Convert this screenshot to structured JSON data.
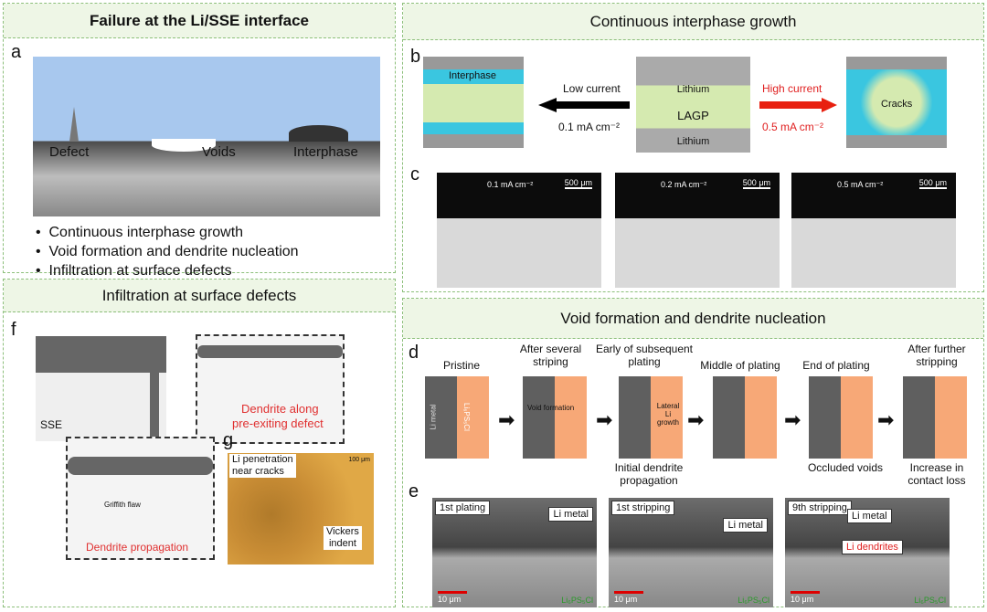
{
  "panels": {
    "failure": {
      "title": "Failure at the Li/SSE interface",
      "label": "a",
      "defect": "Defect",
      "voids": "Voids",
      "interphase": "Interphase",
      "bullets": [
        "Continuous interphase growth",
        "Void formation and dendrite nucleation",
        "Infiltration at surface defects"
      ]
    },
    "continuous": {
      "title": "Continuous interphase growth",
      "label_b": "b",
      "label_c": "c",
      "interphase": "Interphase",
      "low": "Low current",
      "low_val": "0.1 mA cm⁻²",
      "lithium_top": "Lithium",
      "lagp": "LAGP",
      "lithium_bottom": "Lithium",
      "high": "High current",
      "high_val": "0.5 mA cm⁻²",
      "cracks": "Cracks",
      "sem": [
        {
          "current": "0.1 mA cm⁻²",
          "scale": "500 μm"
        },
        {
          "current": "0.2 mA cm⁻²",
          "scale": "500 μm"
        },
        {
          "current": "0.5 mA cm⁻²",
          "scale": "500 μm"
        }
      ]
    },
    "infiltration": {
      "title": "Infiltration at surface defects",
      "label_f": "f",
      "label_g": "g",
      "sse": "SSE",
      "dendrite_along": "Dendrite along",
      "pre_existing": "pre-exiting defect",
      "griffith": "Griffith flaw",
      "dendrite_prop": "Dendrite propagation",
      "li_pen1": "Li penetration",
      "li_pen2": "near cracks",
      "vickers1": "Vickers",
      "vickers2": "indent",
      "scale": "100 μm"
    },
    "void": {
      "title": "Void formation and dendrite nucleation",
      "label_d": "d",
      "label_e": "e",
      "stages": [
        "Pristine",
        "After several striping",
        "Early of subsequent plating",
        "Middle of plating",
        "End of plating",
        "After further stripping"
      ],
      "li_metal": "Li metal",
      "lipscl": "Li₆PS₅Cl",
      "void_formation": "Void formation",
      "lateral": "Lateral Li growth",
      "notes": [
        "Initial dendrite propagation",
        "Occluded voids",
        "Increase in contact loss"
      ],
      "sem": [
        {
          "tag": "1st plating",
          "metal": "Li metal",
          "scale": "10 μm",
          "sse": "Li₆PS₅Cl"
        },
        {
          "tag": "1st stripping",
          "metal": "Li metal",
          "scale": "10 μm",
          "sse": "Li₆PS₅Cl"
        },
        {
          "tag": "9th stripping",
          "metal": "Li metal",
          "scale": "10 μm",
          "sse": "Li₆PS₅Cl",
          "extra": "Li dendrites"
        }
      ]
    }
  }
}
